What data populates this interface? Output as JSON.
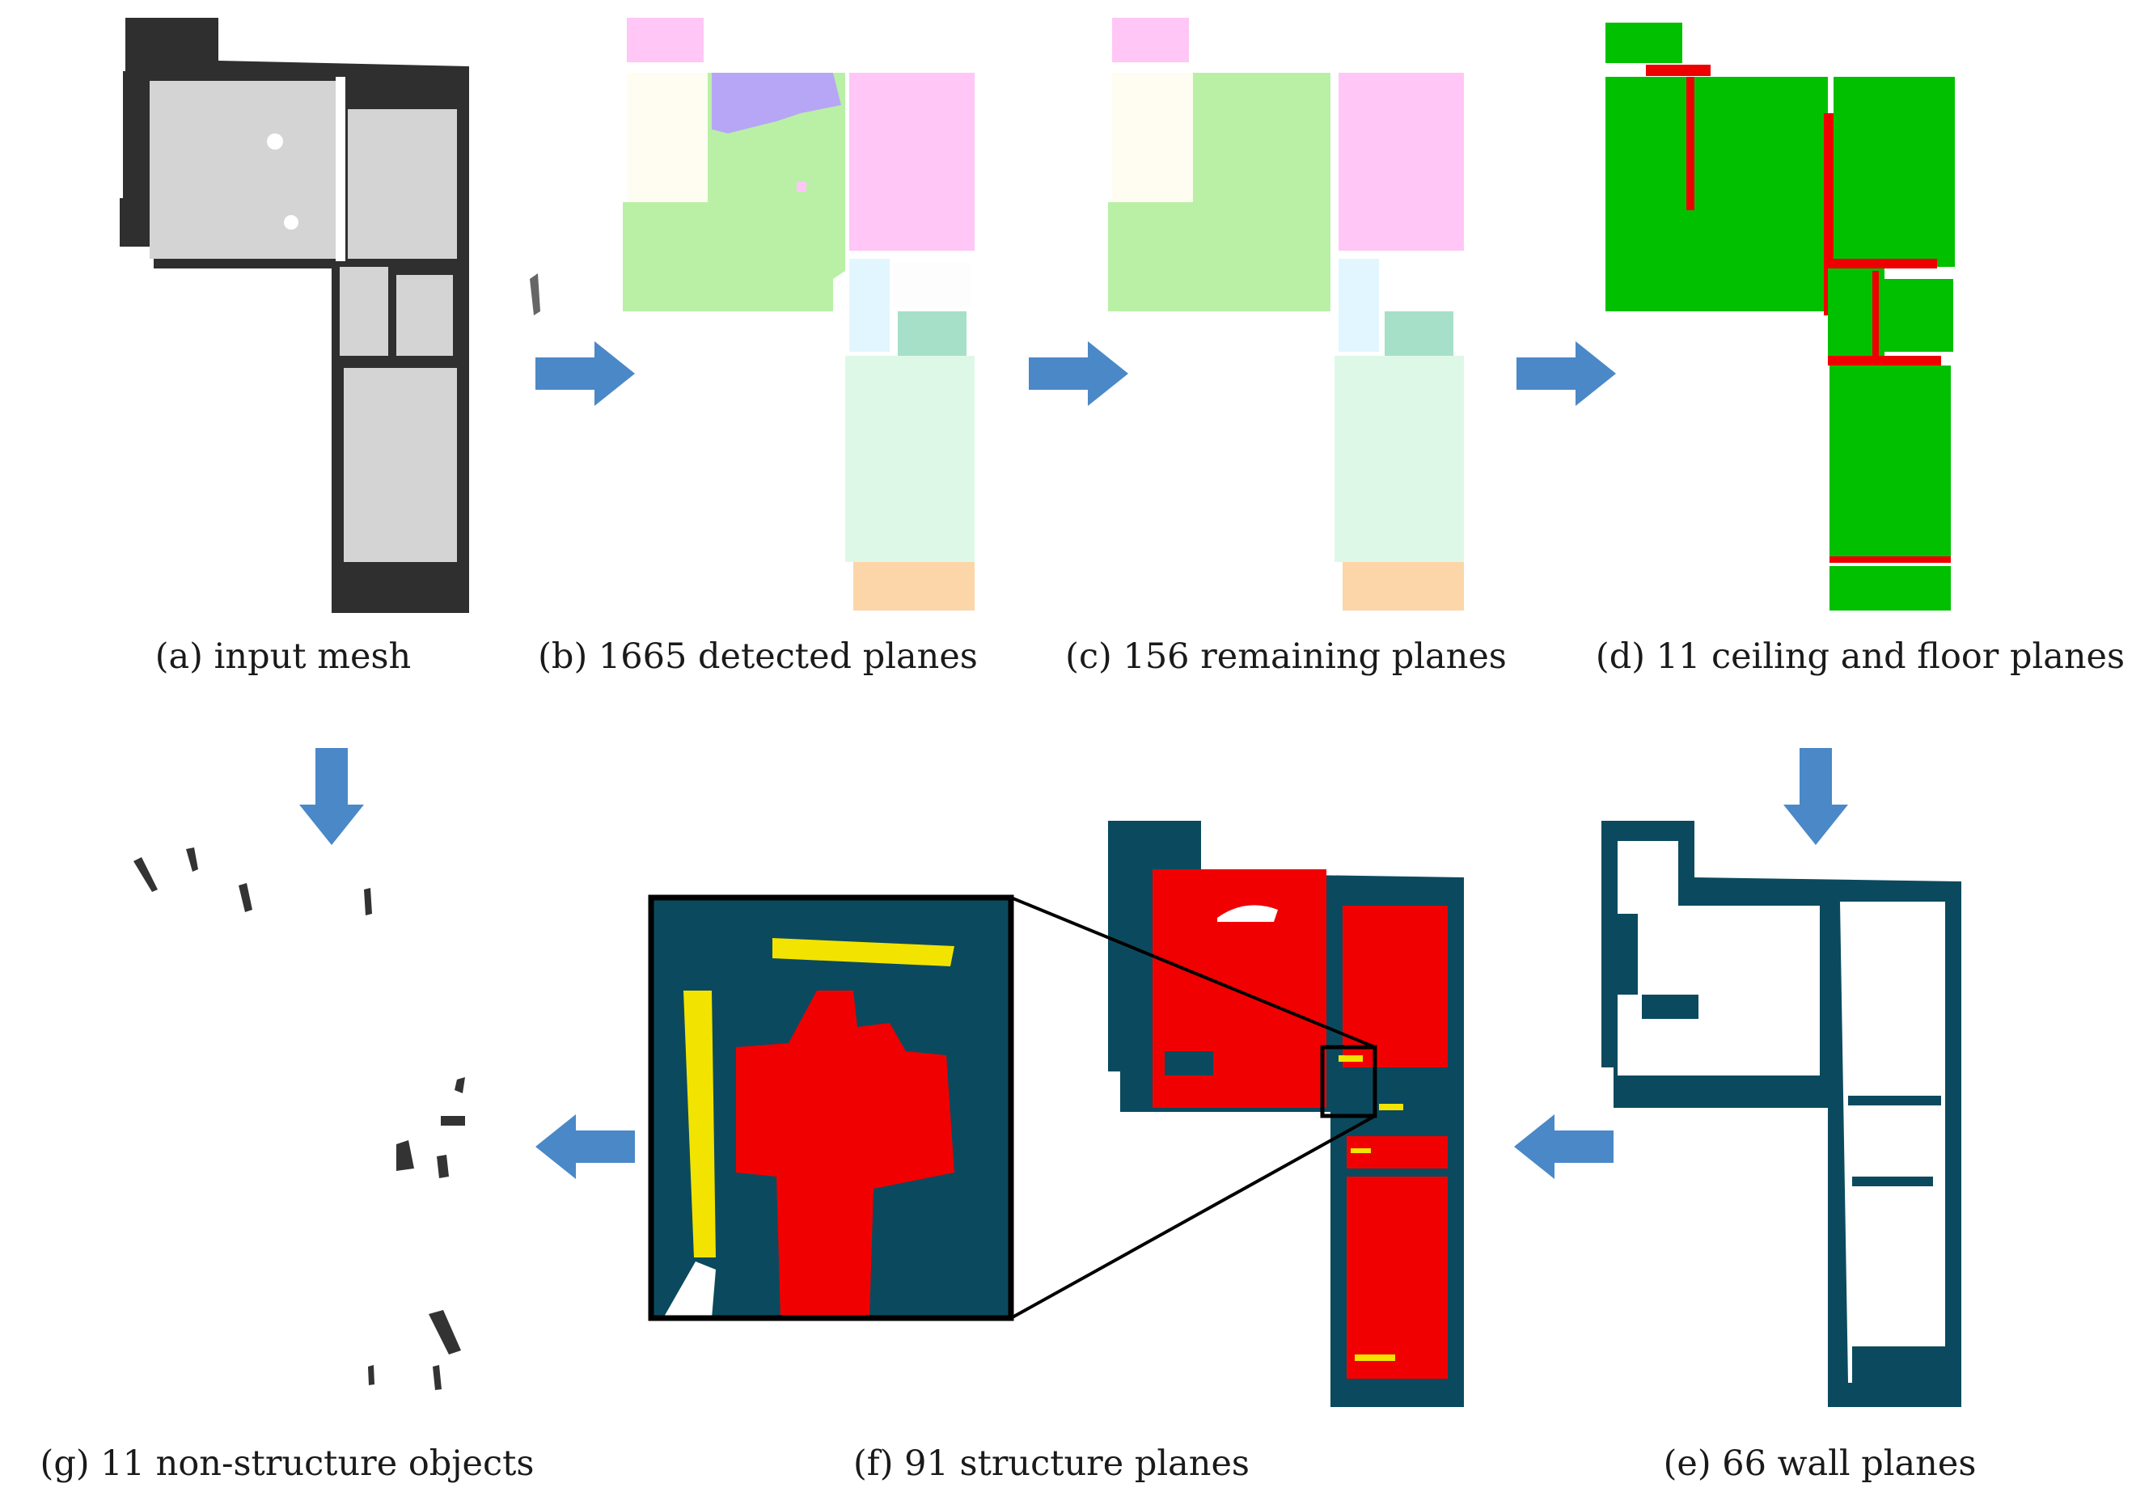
{
  "figure": {
    "captions": {
      "a": "(a) input mesh",
      "b": "(b) 1665 detected planes",
      "c": "(c) 156 remaining planes",
      "d": "(d) 11 ceiling and floor planes",
      "e": "(e) 66 wall planes",
      "f": "(f) 91 structure planes",
      "g": "(g) 11 non-structure objects"
    },
    "colors": {
      "mesh_dark": "#2f2f2f",
      "mesh_light": "#d4d4d4",
      "ceiling_floor_green": "#00c000",
      "separator_red": "#ee0000",
      "wall_teal": "#0b4a5e",
      "structure_red": "#f00000",
      "highlight_yellow": "#f2e400",
      "arrow_blue": "#4a88c8",
      "plane_palette": [
        "#ffc6f6",
        "#b9f0a6",
        "#fffdf2",
        "#b7a6f5",
        "#e2f6ff",
        "#a6e0c8",
        "#def8e8",
        "#fcd6a8",
        "#fdfdfd"
      ]
    },
    "arrows": [
      "right",
      "right",
      "right",
      "down",
      "down",
      "left",
      "left"
    ]
  }
}
